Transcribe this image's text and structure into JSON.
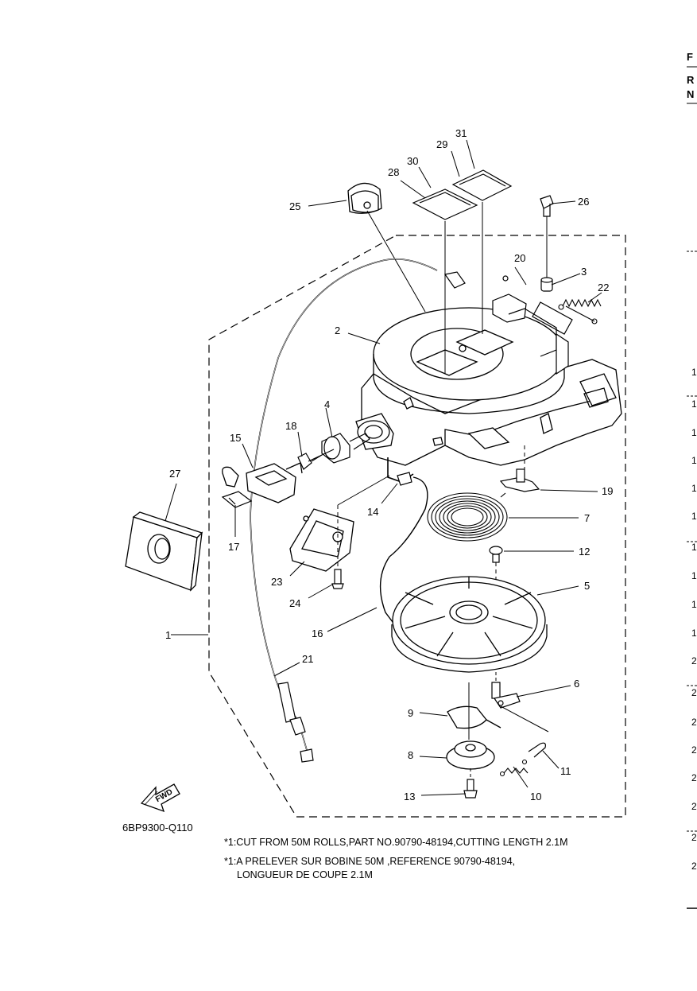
{
  "diagram": {
    "code": "6BP9300-Q110",
    "fwd_label": "FWD",
    "notes": [
      "*1:CUT FROM 50M ROLLS,PART NO.90790-48194,CUTTING LENGTH 2.1M",
      "*1:A PRELEVER SUR BOBINE 50M ,REFERENCE 90790-48194,",
      "LONGUEUR DE COUPE 2.1M"
    ],
    "callouts": {
      "c1": "1",
      "c2": "2",
      "c3": "3",
      "c4": "4",
      "c5": "5",
      "c6": "6",
      "c7": "7",
      "c8": "8",
      "c9": "9",
      "c10": "10",
      "c11": "11",
      "c12": "12",
      "c13": "13",
      "c14": "14",
      "c15": "15",
      "c16": "16",
      "c17": "17",
      "c18": "18",
      "c19": "19",
      "c20": "20",
      "c21": "21",
      "c22": "22",
      "c23": "23",
      "c24": "24",
      "c25": "25",
      "c26": "26",
      "c27": "27",
      "c28": "28",
      "c29": "29",
      "c30": "30",
      "c31": "31"
    }
  },
  "right_edge": {
    "header": [
      "F",
      "R",
      "N"
    ],
    "row_marks": [
      "1",
      "1",
      "1",
      "1",
      "1",
      "1",
      "1",
      "1",
      "1",
      "1",
      "2",
      "2",
      "2",
      "2",
      "2",
      "2",
      "2",
      "2"
    ]
  }
}
